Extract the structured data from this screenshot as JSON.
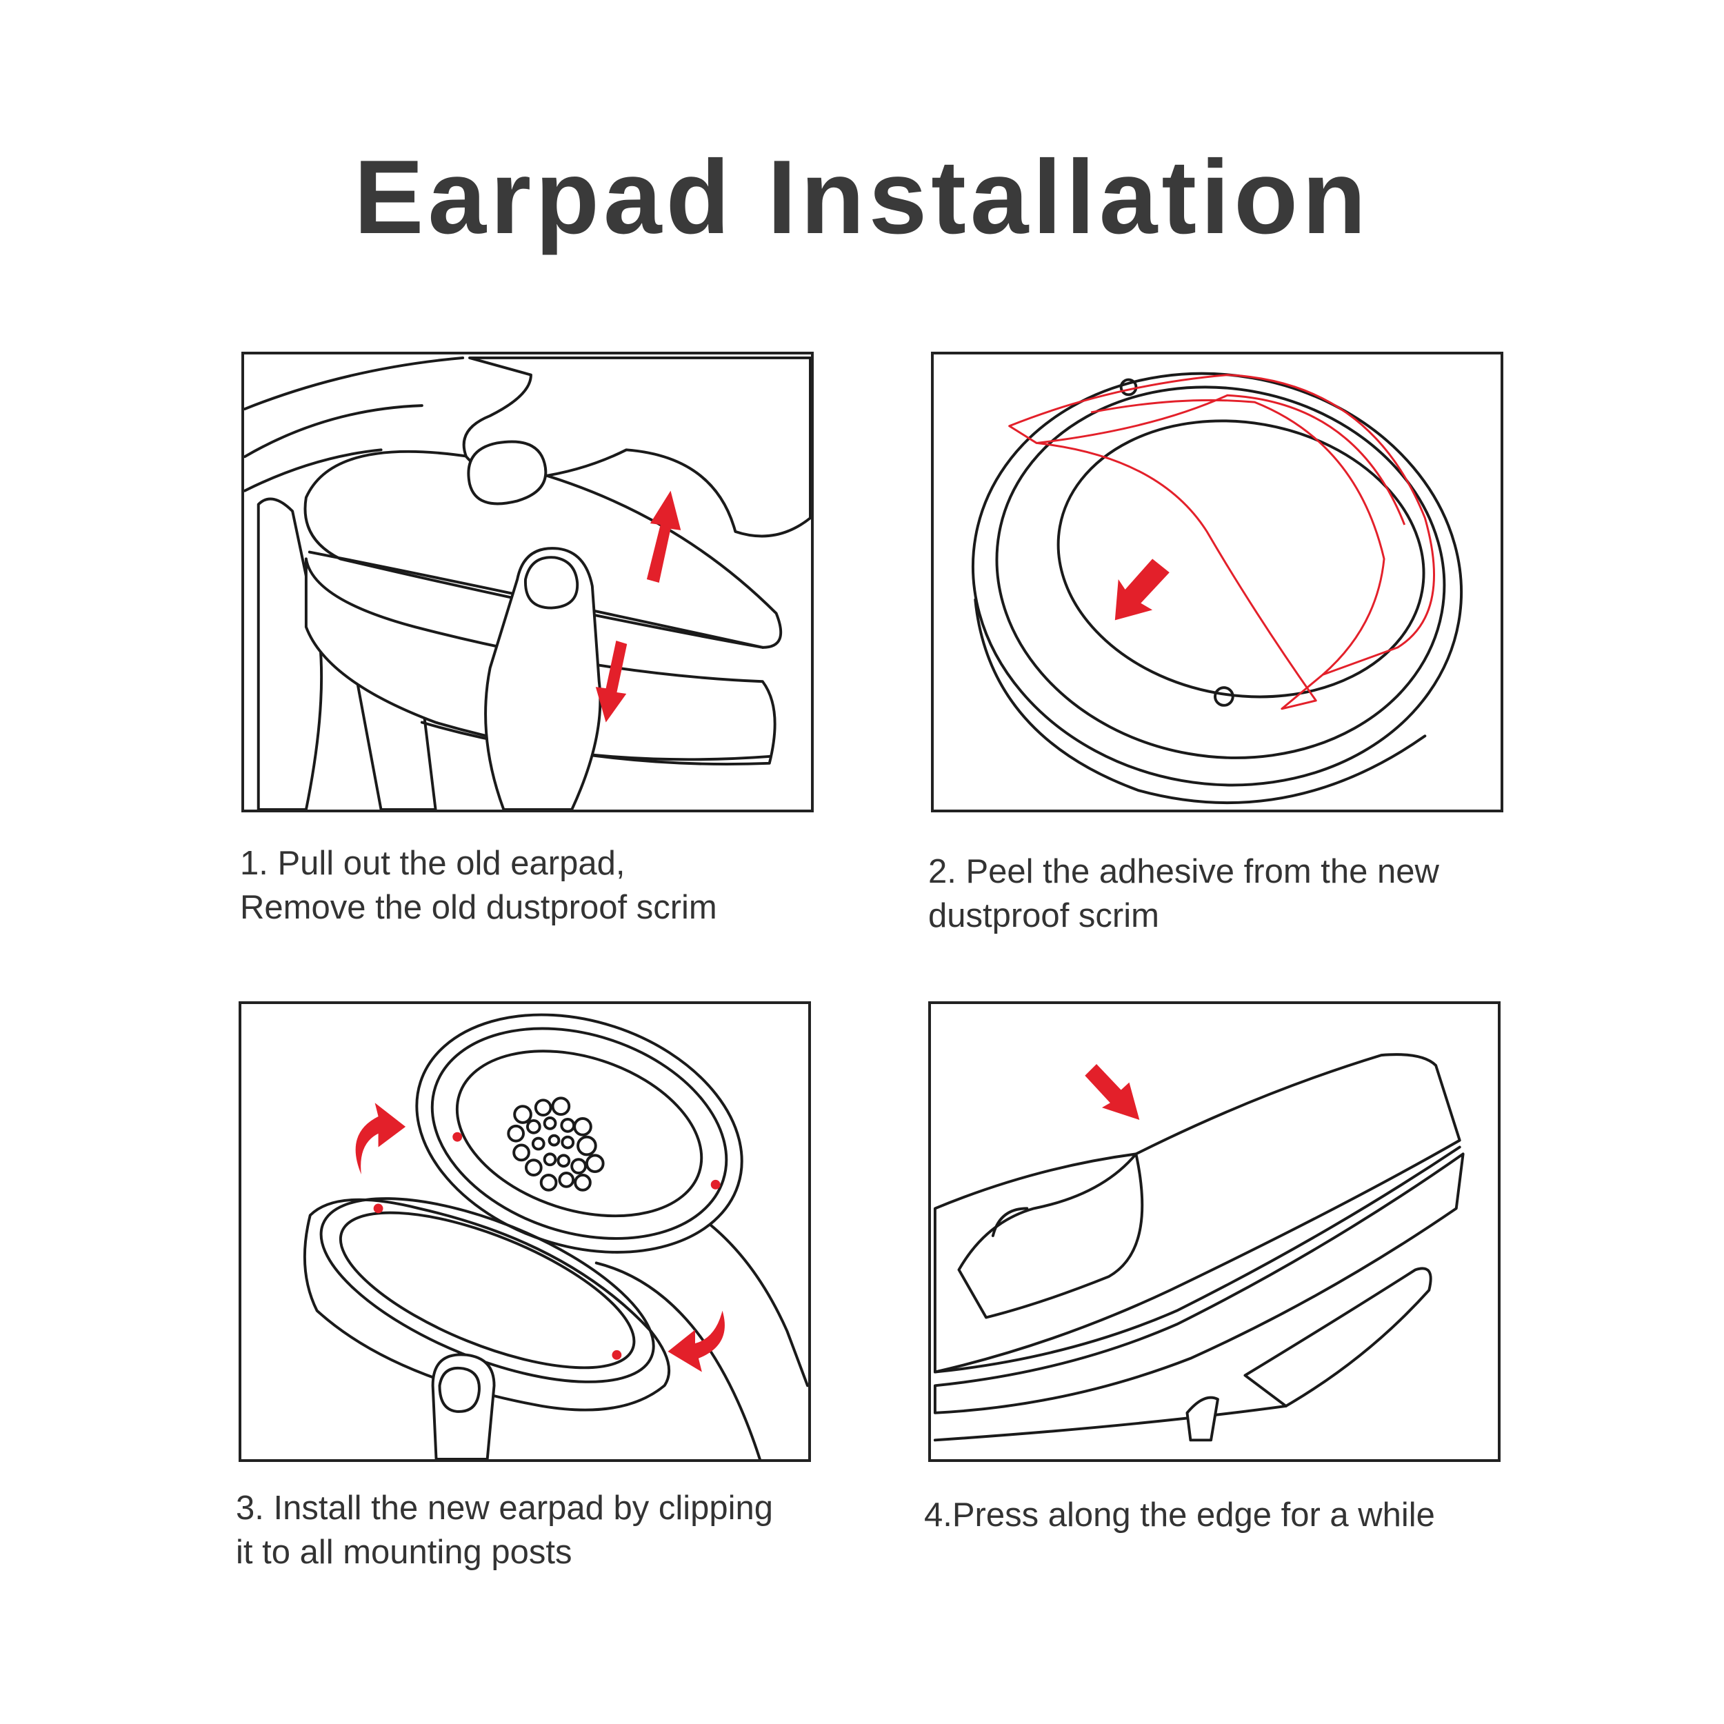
{
  "title": "Earpad Installation",
  "accent_color": "#e3202a",
  "line_color": "#1a1a1a",
  "steps": [
    {
      "lines": [
        "1. Pull out the old earpad,",
        "Remove the old dustproof scrim"
      ]
    },
    {
      "lines": [
        "2. Peel the adhesive from the new",
        "dustproof scrim"
      ]
    },
    {
      "lines": [
        "3. Install the new earpad by clipping",
        "it to all mounting posts"
      ]
    },
    {
      "lines": [
        "4.Press along the edge for a while"
      ]
    }
  ]
}
